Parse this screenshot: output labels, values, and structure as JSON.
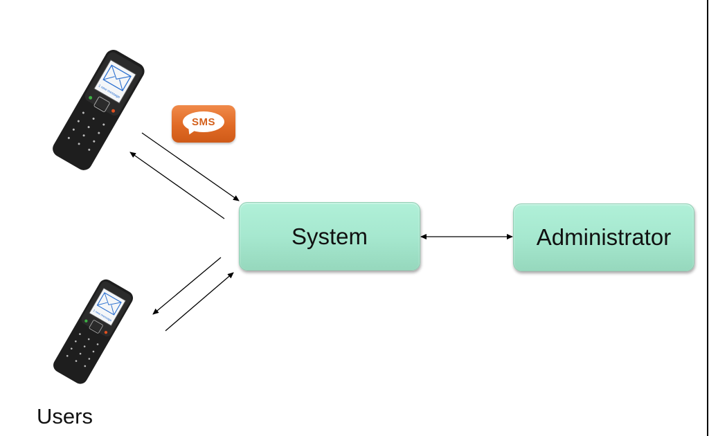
{
  "diagram": {
    "nodes": {
      "system": "System",
      "administrator": "Administrator"
    },
    "actors": {
      "users_label": "Users"
    },
    "badge": {
      "sms": "SMS"
    },
    "phone_screen_text": "1 new message",
    "edges": [
      {
        "from": "user-phone-top",
        "to": "system",
        "direction": "to-system"
      },
      {
        "from": "system",
        "to": "user-phone-top",
        "direction": "to-user"
      },
      {
        "from": "system",
        "to": "user-phone-bottom",
        "direction": "to-user"
      },
      {
        "from": "user-phone-bottom",
        "to": "system",
        "direction": "to-system"
      },
      {
        "from": "system",
        "to": "administrator",
        "direction": "bidirectional"
      }
    ],
    "colors": {
      "node_fill": "#a6e8cf",
      "sms_orange": "#e06a25",
      "phone_body": "#1e1e1e",
      "envelope_blue": "#2a6fd0"
    }
  }
}
